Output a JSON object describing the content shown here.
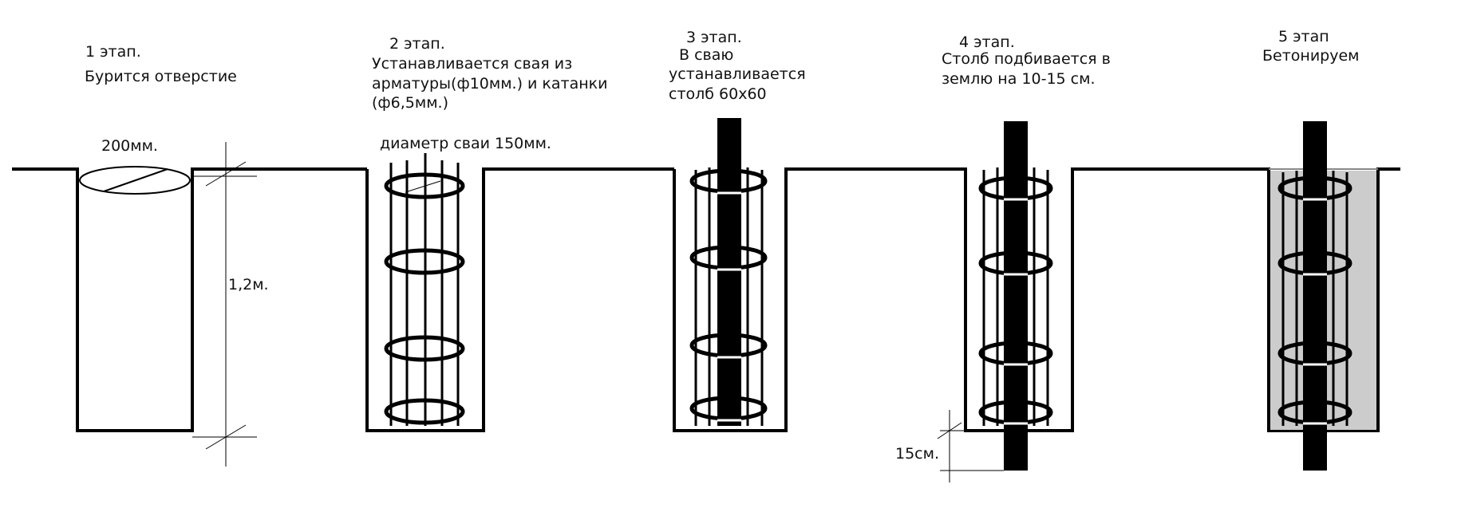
{
  "stages": [
    {
      "title": "1 этап.",
      "lines": [
        "Бурится отверстие"
      ]
    },
    {
      "title": "2 этап.",
      "lines": [
        "Устанавливается свая из",
        "арматуры(ф10мм.) и катанки",
        "(ф6,5мм.)"
      ]
    },
    {
      "title": "3 этап.",
      "lines": [
        "В сваю",
        "устанавливается",
        "столб 60х60"
      ]
    },
    {
      "title": "4 этап.",
      "lines": [
        "Столб подбивается в",
        "землю на 10-15 см."
      ]
    },
    {
      "title": "5 этап",
      "lines": [
        "Бетонируем"
      ]
    }
  ],
  "dimensions": {
    "hole_diameter": "200мм.",
    "depth": "1,2м.",
    "pile_diameter": "диаметр сваи 150мм.",
    "drive_depth": "15см."
  },
  "colors": {
    "ink": "#000000",
    "concrete": "#cccccc",
    "paper": "#ffffff"
  }
}
